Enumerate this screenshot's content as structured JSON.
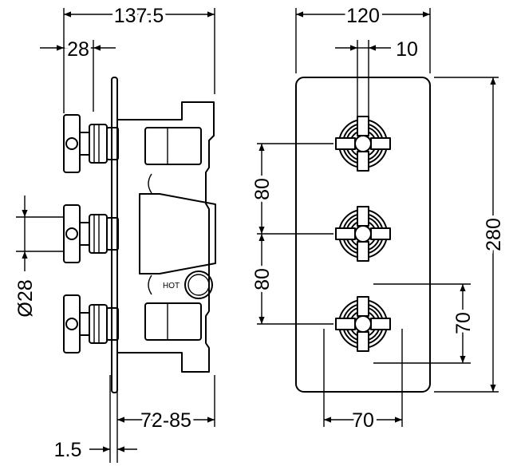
{
  "dimensions": {
    "overall_depth": "137.5",
    "handle_projection": "28",
    "handle_diameter": "Ø28",
    "wall_range": "72-85",
    "plate_thickness": "1.5",
    "plate_width": "120",
    "valve_offset": "10",
    "plate_height": "280",
    "upper_spacing": "80",
    "lower_spacing": "80",
    "handle_height": "70",
    "handle_width": "70"
  },
  "labels": {
    "hot": "HOT"
  }
}
